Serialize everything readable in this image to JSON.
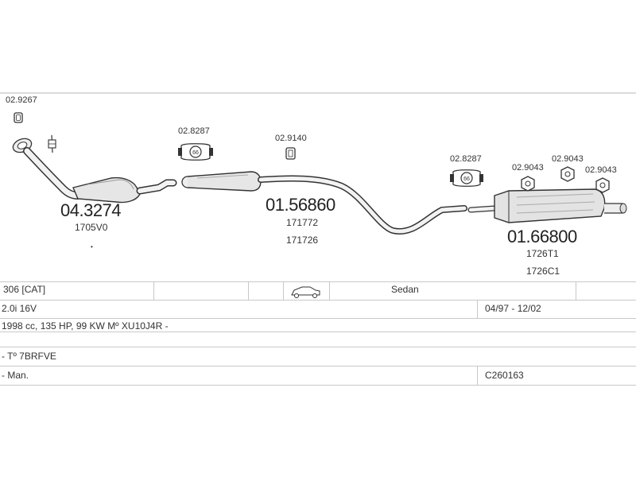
{
  "diagram": {
    "parts": {
      "gasket_left": "02.9267",
      "catalyst": "04.3274",
      "catalyst_ref": "1705V0",
      "clamp_front": "02.8287",
      "mount_mid": "02.9140",
      "mid_pipe": "01.56860",
      "mid_ref_1": "171772",
      "mid_ref_2": "171726",
      "clamp_rear": "02.8287",
      "mount_r1": "02.9043",
      "mount_r2": "02.9043",
      "mount_r3": "02.9043",
      "rear_muffler": "01.66800",
      "rear_ref_1": "1726T1",
      "rear_ref_2": "1726C1",
      "clamp_badge": "66",
      "dot": "•"
    }
  },
  "info_table": {
    "model": "306  [CAT]",
    "body_type": "Sedan",
    "engine": "2.0i 16V",
    "date_range": "04/97 - 12/02",
    "specs": "1998 cc, 135 HP, 99 KW Mº XU10J4R -",
    "type_code": "- Tº 7BRFVE",
    "transmission": "- Man.",
    "catalog_code": "C260163"
  }
}
